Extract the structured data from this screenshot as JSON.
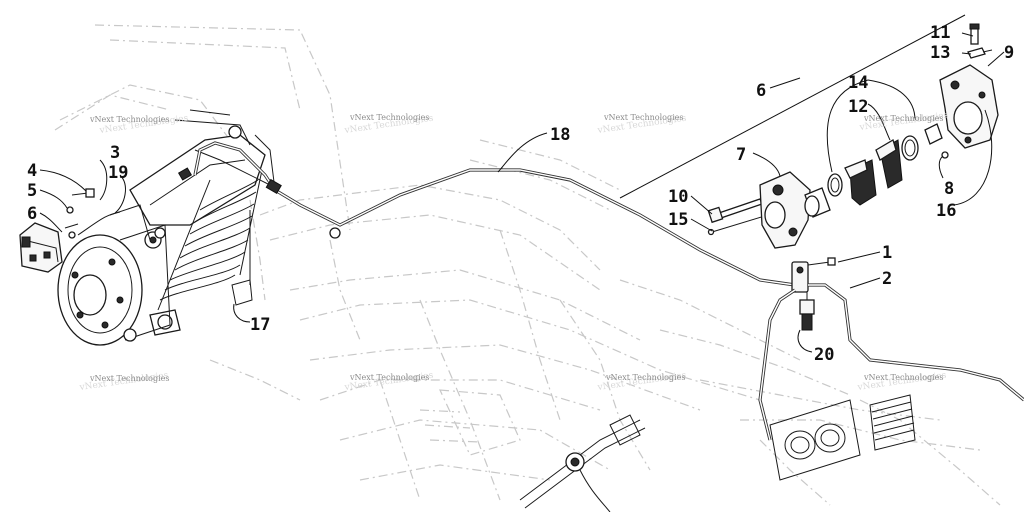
{
  "diagram": {
    "callouts": [
      {
        "id": "c11",
        "label": "11"
      },
      {
        "id": "c13",
        "label": "13"
      },
      {
        "id": "c9",
        "label": "9"
      },
      {
        "id": "c6a",
        "label": "6"
      },
      {
        "id": "c14",
        "label": "14"
      },
      {
        "id": "c12",
        "label": "12"
      },
      {
        "id": "c18",
        "label": "18"
      },
      {
        "id": "c7",
        "label": "7"
      },
      {
        "id": "c8",
        "label": "8"
      },
      {
        "id": "c16",
        "label": "16"
      },
      {
        "id": "c10",
        "label": "10"
      },
      {
        "id": "c15",
        "label": "15"
      },
      {
        "id": "c3",
        "label": "3"
      },
      {
        "id": "c19",
        "label": "19"
      },
      {
        "id": "c4",
        "label": "4"
      },
      {
        "id": "c5",
        "label": "5"
      },
      {
        "id": "c6b",
        "label": "6"
      },
      {
        "id": "c1",
        "label": "1"
      },
      {
        "id": "c2",
        "label": "2"
      },
      {
        "id": "c17",
        "label": "17"
      },
      {
        "id": "c20",
        "label": "20"
      }
    ],
    "watermark": {
      "text": "vNext Technologies"
    }
  }
}
